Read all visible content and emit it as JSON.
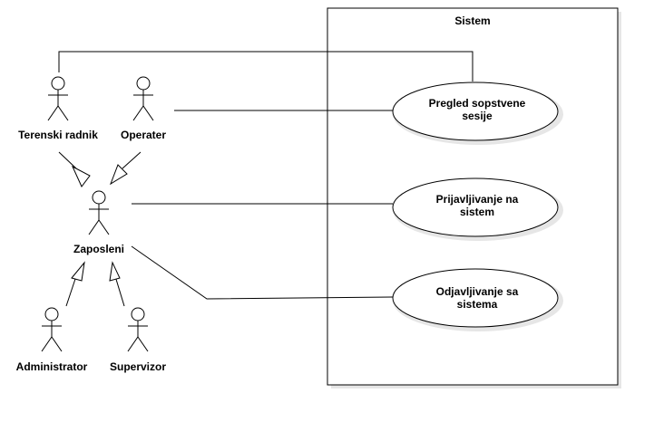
{
  "system": {
    "title": "Sistem"
  },
  "actors": {
    "terenski": "Terenski radnik",
    "operater": "Operater",
    "zaposleni": "Zaposleni",
    "administrator": "Administrator",
    "supervizor": "Supervizor"
  },
  "use_cases": {
    "pregled": {
      "line1": "Pregled sopstvene",
      "line2": "sesije"
    },
    "prijavljivanje": {
      "line1": "Prijavljivanje na",
      "line2": "sistem"
    },
    "odjavljivanje": {
      "line1": "Odjavljivanje sa",
      "line2": "sistema"
    }
  }
}
